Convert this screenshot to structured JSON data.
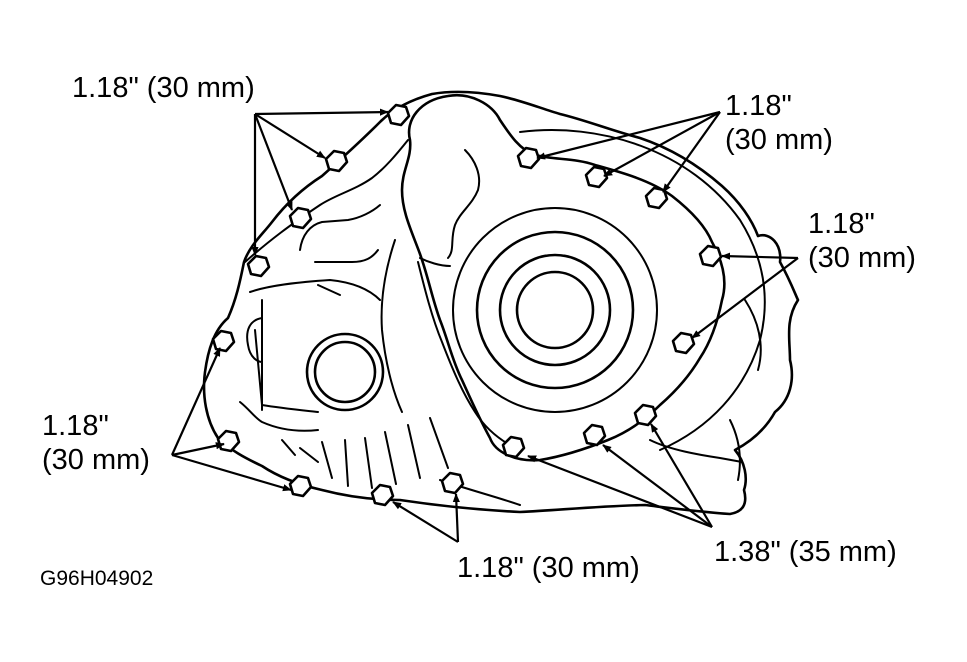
{
  "colors": {
    "line": "#000000",
    "background": "#ffffff"
  },
  "labels": {
    "top_left": "1.18\" (30 mm)",
    "top_right_line1": "1.18\"",
    "top_right_line2": "(30 mm)",
    "right_line1": "1.18\"",
    "right_line2": "(30 mm)",
    "left_line1": "1.18\"",
    "left_line2": "(30 mm)",
    "bottom_center": "1.18\" (30 mm)",
    "bottom_right": "1.38\" (35 mm)"
  },
  "reference_code": "G96H04902"
}
